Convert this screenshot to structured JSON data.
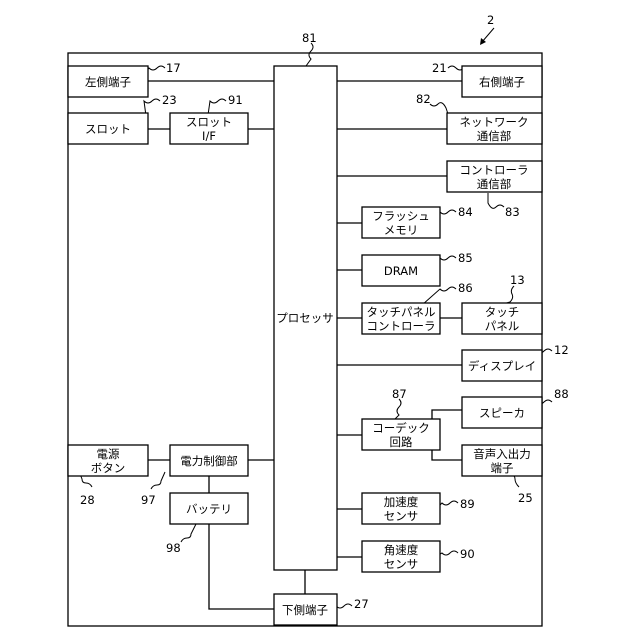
{
  "figure_number": "2",
  "blocks": {
    "left_terminal": {
      "label": [
        "左側端子"
      ],
      "ref": "17"
    },
    "slot": {
      "label": [
        "スロット"
      ],
      "ref": "23"
    },
    "slot_if": {
      "label": [
        "スロット",
        "I/F"
      ],
      "ref": "91"
    },
    "processor": {
      "label": [
        "プロセッサ"
      ],
      "ref": "81"
    },
    "right_terminal": {
      "label": [
        "右側端子"
      ],
      "ref": "21"
    },
    "network_comm": {
      "label": [
        "ネットワーク",
        "通信部"
      ],
      "ref": "82"
    },
    "controller_comm": {
      "label": [
        "コントローラ",
        "通信部"
      ],
      "ref": "83"
    },
    "flash_memory": {
      "label": [
        "フラッシュ",
        "メモリ"
      ],
      "ref": "84"
    },
    "dram": {
      "label": [
        "DRAM"
      ],
      "ref": "85"
    },
    "touch_panel_controller": {
      "label": [
        "タッチパネル",
        "コントローラ"
      ],
      "ref": "86"
    },
    "touch_panel": {
      "label": [
        "タッチ",
        "パネル"
      ],
      "ref": "13"
    },
    "display": {
      "label": [
        "ディスプレイ"
      ],
      "ref": "12"
    },
    "codec": {
      "label": [
        "コーデック",
        "回路"
      ],
      "ref": "87"
    },
    "speaker": {
      "label": [
        "スピーカ"
      ],
      "ref": "88"
    },
    "audio_io_terminal": {
      "label": [
        "音声入出力",
        "端子"
      ],
      "ref": "25"
    },
    "accelerometer": {
      "label": [
        "加速度",
        "センサ"
      ],
      "ref": "89"
    },
    "gyro_sensor": {
      "label": [
        "角速度",
        "センサ"
      ],
      "ref": "90"
    },
    "power_button": {
      "label": [
        "電源",
        "ボタン"
      ],
      "ref": "28"
    },
    "power_control": {
      "label": [
        "電力制御部"
      ],
      "ref": "97"
    },
    "battery": {
      "label": [
        "バッテリ"
      ],
      "ref": "98"
    },
    "bottom_terminal": {
      "label": [
        "下側端子"
      ],
      "ref": "27"
    }
  }
}
